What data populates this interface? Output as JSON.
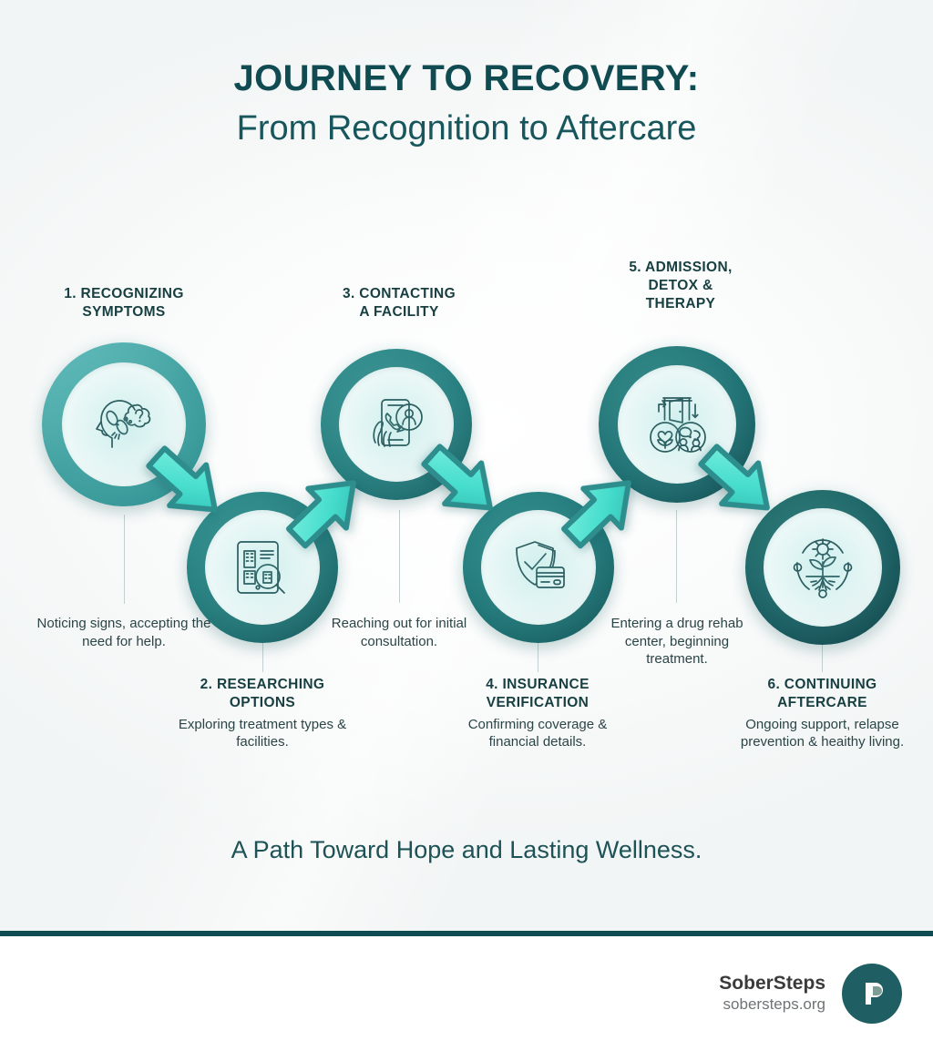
{
  "header": {
    "title": "JOURNEY TO RECOVERY:",
    "subtitle": "From Recognition to Aftercare"
  },
  "steps": [
    {
      "number": "1",
      "title": "1. RECOGNIZING\nSYMPTOMS",
      "title_line1": "1. RECOGNIZING",
      "title_line2": "SYMPTOMS",
      "description": "Noticing signs, accepting the need for help.",
      "icon": "head-thought-question-icon",
      "position": "top"
    },
    {
      "number": "2",
      "title_line1": "2. RESEARCHING",
      "title_line2": "OPTIONS",
      "description": "Exploring treatment types & facilities.",
      "icon": "tablet-buildings-magnifier-icon",
      "position": "bottom"
    },
    {
      "number": "3",
      "title_line1": "3. CONTACTING",
      "title_line2": "A FACILITY",
      "description": "Reaching out for initial consultation.",
      "icon": "hand-phone-call-icon",
      "position": "top"
    },
    {
      "number": "4",
      "title_line1": "4. INSURANCE",
      "title_line2": "VERIFICATION",
      "description": "Confirming coverage & financial details.",
      "icon": "shield-check-card-icon",
      "position": "bottom"
    },
    {
      "number": "5",
      "title_line1": "5. ADMISSION,",
      "title_line2": "DETOX &",
      "title_line3": "THERAPY",
      "description": "Entering a drug rehab center, beginning treatment.",
      "icon": "door-heart-group-icon",
      "position": "top"
    },
    {
      "number": "6",
      "title_line1": "6. CONTINUING",
      "title_line2": "AFTERCARE",
      "description": "Ongoing support, relapse prevention & heaithy living.",
      "icon": "plant-roots-sun-icon",
      "position": "bottom"
    }
  ],
  "tagline": "A Path Toward Hope and Lasting Wellness.",
  "footer": {
    "brand_name": "SoberSteps",
    "brand_url": "sobersteps.org",
    "logo_icon": "sobersteps-logo-icon"
  },
  "colors": {
    "title": "#114b52",
    "subtitle": "#16565c",
    "step_title": "#173f41",
    "step_desc": "#2b4446",
    "tagline": "#1d5256",
    "ring_light": "#63bdbb",
    "ring_dark": "#114b52",
    "arrow_fill": "#4fe3d2",
    "arrow_stroke": "#2f8e8d",
    "divider": "#114b52",
    "logo_bg": "#1f5f63",
    "background": "#eef2f2"
  }
}
